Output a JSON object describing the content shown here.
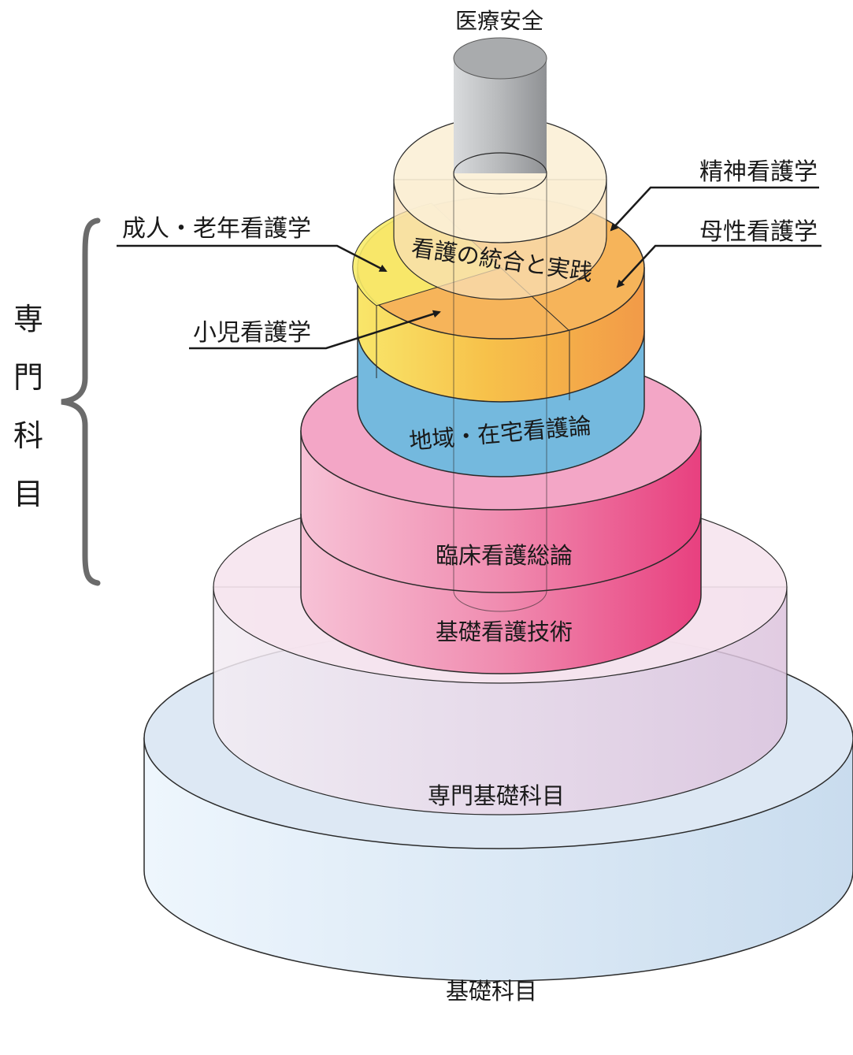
{
  "top_label": "医療安全",
  "tiers": {
    "base": "基礎科目",
    "senmon_kiso": "専門基礎科目",
    "kiso_kango": "基礎看護技術",
    "rinsho": "臨床看護総論",
    "chiiki": "地域・在宅看護論",
    "togo": "看護の統合と実践"
  },
  "callouts": {
    "seishin": "精神看護学",
    "bosei": "母性看護学",
    "seijin": "成人・老年看護学",
    "shoni": "小児看護学"
  },
  "side_label": [
    "専",
    "門",
    "科",
    "目"
  ],
  "colors": {
    "base": "#d9e8f6",
    "senmon_kiso": "#e6d9ea",
    "pink": "#ee6a9e",
    "blue": "#74b9de",
    "yellow": "#f7e14a",
    "orange": "#f5a24e",
    "pillar": "#b9bbbd",
    "cream": "#f8dfb6"
  }
}
